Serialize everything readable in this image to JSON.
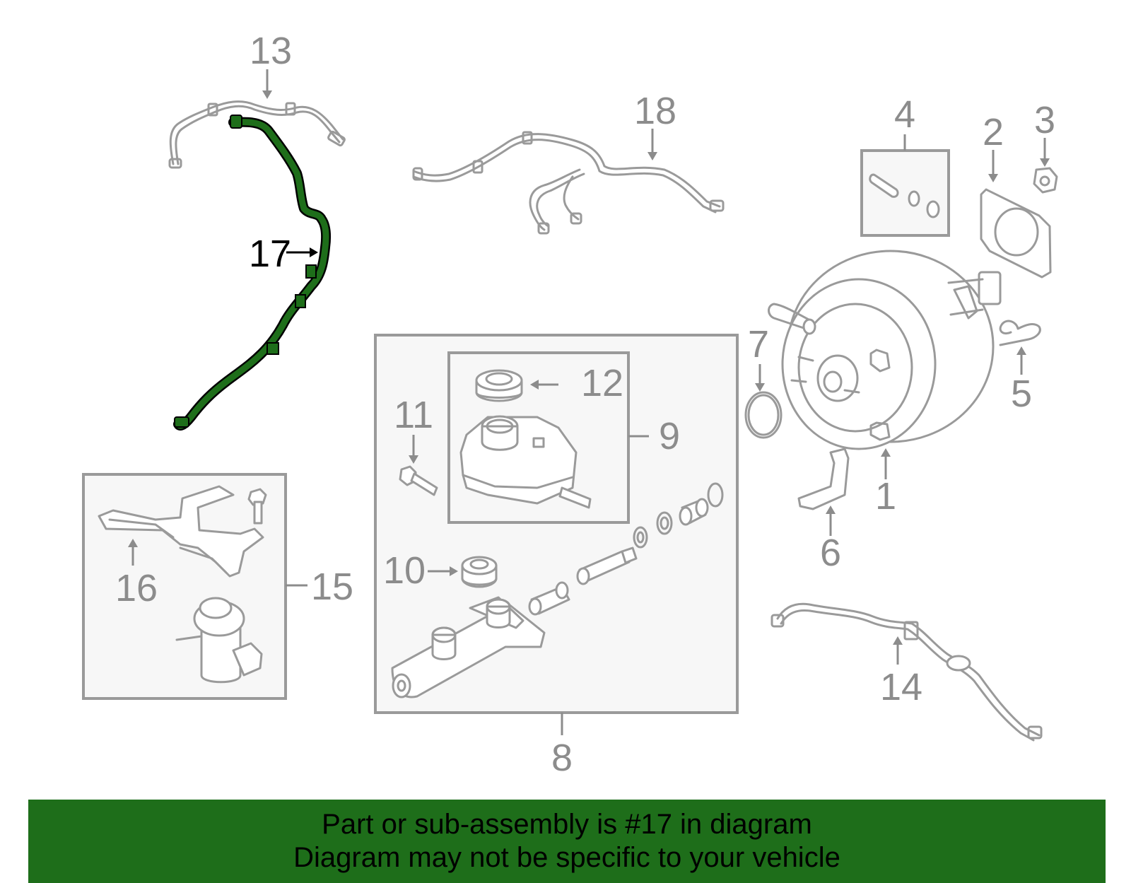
{
  "diagram": {
    "highlight_color": "#1e6e1a",
    "callouts": {
      "c1": "1",
      "c2": "2",
      "c3": "3",
      "c4": "4",
      "c5": "5",
      "c6": "6",
      "c7": "7",
      "c8": "8",
      "c9": "9",
      "c10": "10",
      "c11": "11",
      "c12": "12",
      "c13": "13",
      "c14": "14",
      "c15": "15",
      "c16": "16",
      "c17": "17",
      "c18": "18"
    }
  },
  "banner": {
    "line1": "Part or sub-assembly is #17 in diagram",
    "line2": "Diagram may not be specific to your vehicle",
    "background": "#1e6e1a"
  }
}
